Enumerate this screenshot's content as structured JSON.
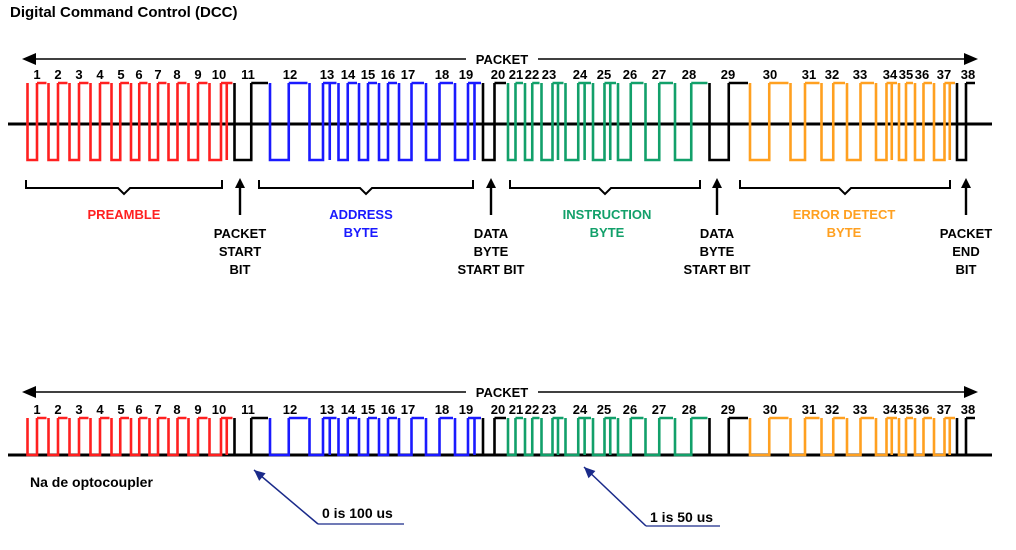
{
  "title": "Digital Command Control (DCC)",
  "packet_label": "PACKET",
  "bit_numbers": [
    "1",
    "2",
    "3",
    "4",
    "5",
    "6",
    "7",
    "8",
    "9",
    "10",
    "11",
    "12",
    "13",
    "14",
    "15",
    "16",
    "17",
    "18",
    "19",
    "20",
    "21",
    "22",
    "23",
    "24",
    "25",
    "26",
    "27",
    "28",
    "29",
    "30",
    "31",
    "32",
    "33",
    "34",
    "35",
    "36",
    "37",
    "38"
  ],
  "sections": [
    {
      "name": "preamble",
      "label": "PREAMBLE",
      "color": "#ff2020"
    },
    {
      "name": "address",
      "label": "ADDRESS\nBYTE",
      "color": "#1a1aff"
    },
    {
      "name": "instruction",
      "label": "INSTRUCTION\nBYTE",
      "color": "#12a06a"
    },
    {
      "name": "error",
      "label": "ERROR DETECT\nBYTE",
      "color": "#ffa020"
    }
  ],
  "marker_labels": {
    "packet_start": "PACKET\nSTART\nBIT",
    "data_start_1": "DATA\nBYTE\nSTART BIT",
    "data_start_2": "DATA\nBYTE\nSTART BIT",
    "packet_end": "PACKET\nEND\nBIT"
  },
  "bottom_note": "Na de optocoupler",
  "annotations": {
    "zero": "0 is 100 us",
    "one": "1 is 50 us"
  }
}
